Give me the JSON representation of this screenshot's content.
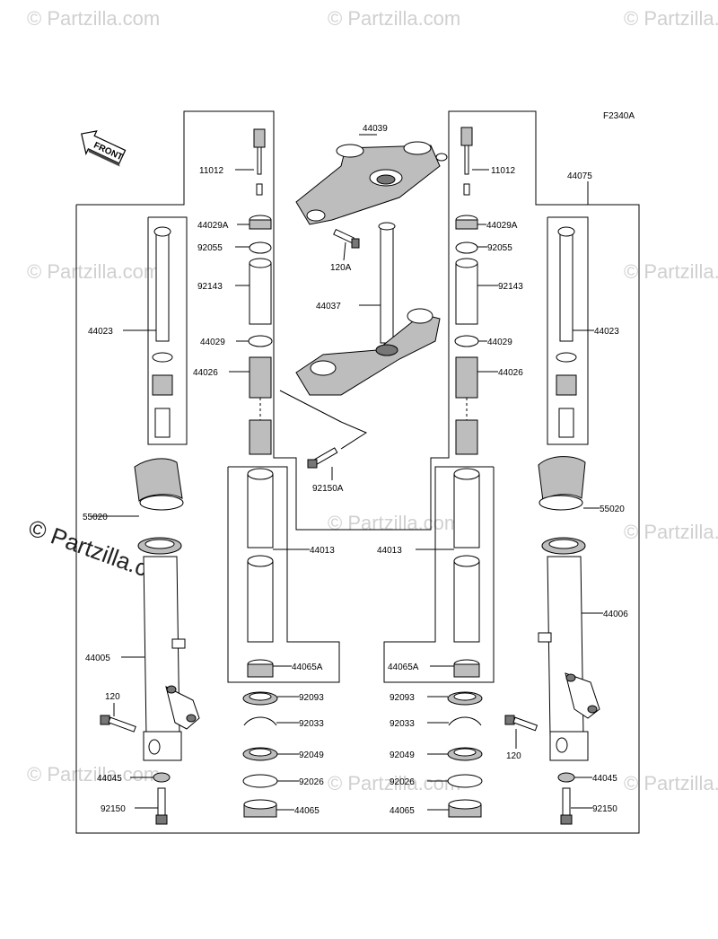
{
  "figure_code": "F2340A",
  "front_label": "FRONT",
  "watermark": "© Partzilla.com",
  "parts": {
    "p11012_l": "11012",
    "p11012_r": "11012",
    "p44039": "44039",
    "p44075": "44075",
    "p44029A_l": "44029A",
    "p44029A_r": "44029A",
    "p92055_l": "92055",
    "p92055_r": "92055",
    "p120A": "120A",
    "p92143_l": "92143",
    "p92143_r": "92143",
    "p44037": "44037",
    "p44023_l": "44023",
    "p44023_r": "44023",
    "p44029_l": "44029",
    "p44029_r": "44029",
    "p44026_l": "44026",
    "p44026_r": "44026",
    "p92150A": "92150A",
    "p55020_l": "55020",
    "p55020_r": "55020",
    "p44013_l": "44013",
    "p44013_r": "44013",
    "p44006": "44006",
    "p44005": "44005",
    "p44065A_l": "44065A",
    "p44065A_r": "44065A",
    "p120_l": "120",
    "p120_r": "120",
    "p92093_l": "92093",
    "p92093_r": "92093",
    "p92033_l": "92033",
    "p92033_r": "92033",
    "p92049_l": "92049",
    "p92049_r": "92049",
    "p44045_l": "44045",
    "p44045_r": "44045",
    "p92026_l": "92026",
    "p92026_r": "92026",
    "p92150_l": "92150",
    "p92150_r": "92150",
    "p44065_l": "44065",
    "p44065_r": "44065"
  }
}
